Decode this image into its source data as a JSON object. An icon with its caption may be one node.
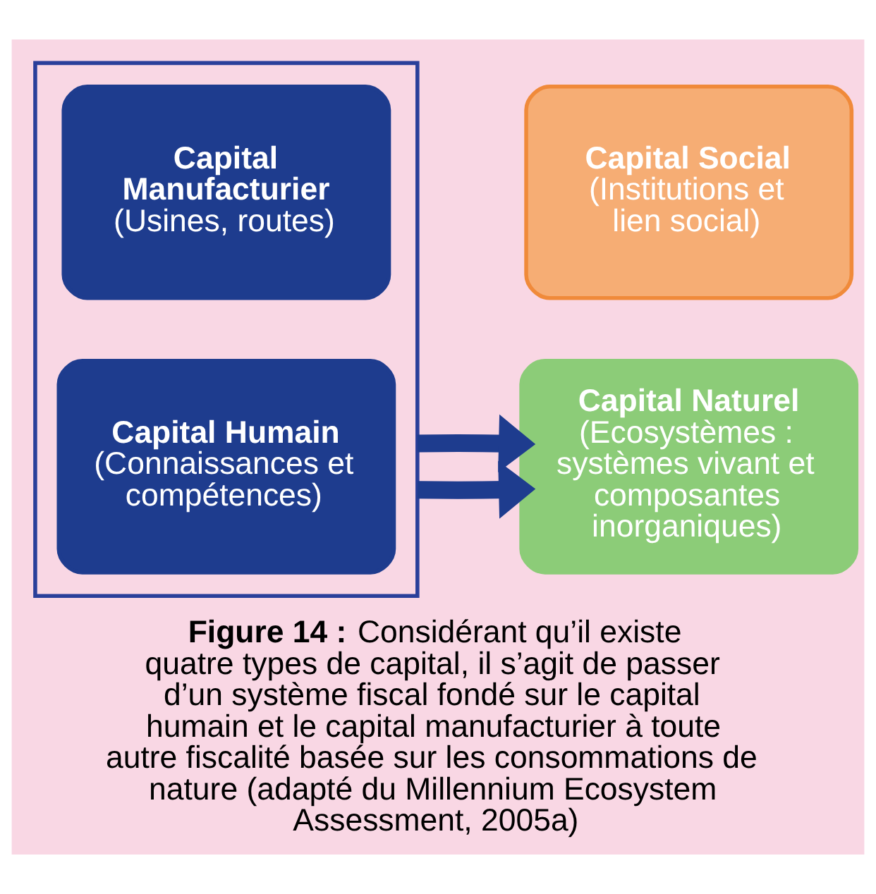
{
  "diagram": {
    "caption": "**Figure 14 :** Considérant qu’il existe quatre types de capital, il s’agit de passer d’un système fiscal fondé sur le capital humain et le capital manufacturier à toute autre fiscalité basée sur les consommations de nature (adapté du Millennium Ecosystem Assessment, 2005a)",
    "nodes": [
      {
        "text": [],
        "shape": "box"
      },
      {
        "text": [
          "Capital Manufacturier",
          "(Usines, routes)"
        ],
        "in": 0
      },
      {
        "text": [
          "Capital Humain",
          "(Connaissances et compétences)"
        ],
        "in": 0
      },
      {
        "text": [
          "Capital Social",
          "(Institutions et lien social)"
        ]
      },
      {
        "text": [
          "Capital Naturel",
          "(Ecosystèmes : systèmes vivant et composantes inorganiques)"
        ]
      }
    ],
    "edges": [
      {
        "from": 0,
        "to": 4,
        "arrow": "to"
      },
      {
        "from": 0,
        "to": 4,
        "arrow": "to"
      }
    ]
  }
}
